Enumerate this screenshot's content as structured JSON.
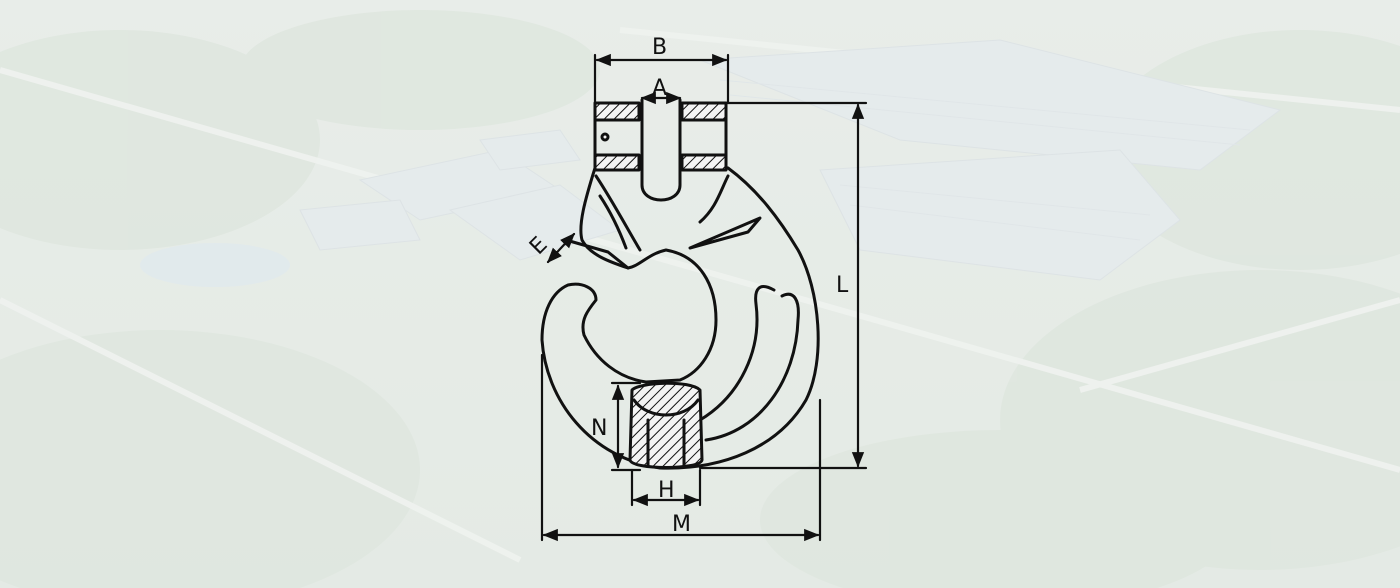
{
  "background": {
    "description_icon": "aerial-factory-photo",
    "tint": "#eef1ee"
  },
  "diagram": {
    "subject_icon": "clevis-hook-icon",
    "line_color": "#111111",
    "hatch_color": "#111111",
    "dimensions": {
      "A": "A",
      "B": "B",
      "E": "E",
      "H": "H",
      "L": "L",
      "M": "M",
      "N": "N"
    }
  }
}
